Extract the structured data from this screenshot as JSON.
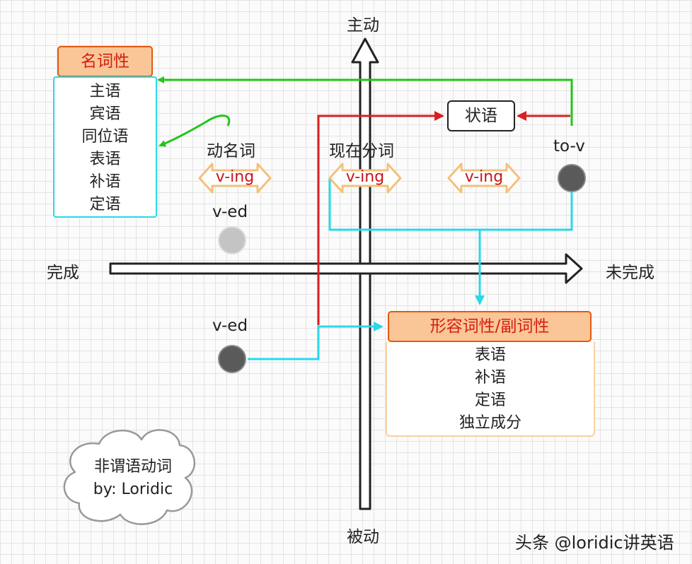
{
  "axes": {
    "top": "主动",
    "bottom": "被动",
    "left": "完成",
    "right": "未完成"
  },
  "noun_group": {
    "title": "名词性",
    "items": [
      "主语",
      "宾语",
      "同位语",
      "表语",
      "补语",
      "定语"
    ]
  },
  "adj_group": {
    "title": "形容词性/副词性",
    "items": [
      "表语",
      "补语",
      "定语",
      "独立成分"
    ]
  },
  "adverbial": "状语",
  "labels": {
    "gerund": "动名词",
    "present_participle": "现在分词",
    "to_v": "to-v",
    "ved_upper": "v-ed",
    "ved_lower": "v-ed"
  },
  "ving": [
    "v-ing",
    "v-ing",
    "v-ing"
  ],
  "cloud": {
    "line1": "非谓语动词",
    "line2": "by: Loridic"
  },
  "watermark": "头条 @loridic讲英语",
  "colors": {
    "green": "#22c41a",
    "red": "#d91f1f",
    "cyan": "#2ad8e8",
    "orange_border": "#e25a10",
    "orange_fill": "#fbc697"
  }
}
